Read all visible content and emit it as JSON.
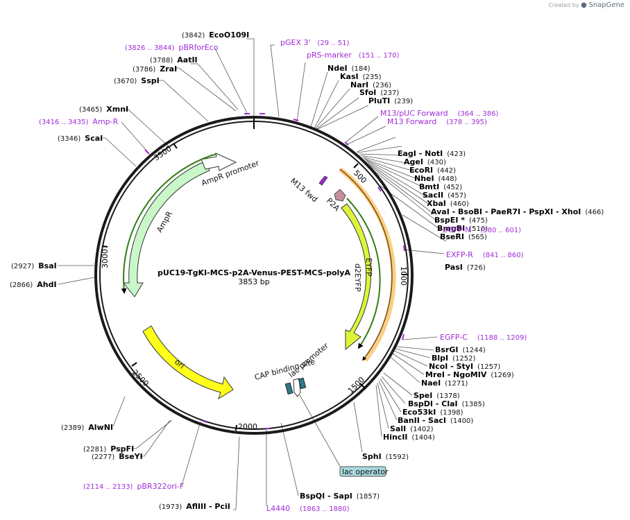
{
  "credit": {
    "text": "Created by",
    "brand": "SnapGene"
  },
  "center": {
    "name": "pUC19-TgKI-MCS-p2A-Venus-PEST-MCS-polyA",
    "length": "3853 bp"
  },
  "ticks": [
    "500",
    "1000",
    "1500",
    "2000",
    "2500",
    "3000",
    "3500"
  ],
  "features": [
    "AmpR promoter",
    "AmpR",
    "ori",
    "CAP binding site",
    "lac promoter",
    "lac operator",
    "M13 fwd",
    "P2A",
    "EYFP",
    "d2EYFP"
  ],
  "left_sites": [
    {
      "name": "EcoO109I",
      "pos": "(3842)"
    },
    {
      "name": "AatII",
      "pos": "(3788)"
    },
    {
      "name": "ZraI",
      "pos": "(3786)"
    },
    {
      "name": "SspI",
      "pos": "(3670)"
    },
    {
      "name": "XmnI",
      "pos": "(3465)"
    },
    {
      "name": "ScaI",
      "pos": "(3346)"
    },
    {
      "name": "BsaI",
      "pos": "(2927)"
    },
    {
      "name": "AhdI",
      "pos": "(2866)"
    },
    {
      "name": "AlwNI",
      "pos": "(2389)"
    },
    {
      "name": "PspFI",
      "pos": "(2281)"
    },
    {
      "name": "BseYI",
      "pos": "(2277)"
    },
    {
      "name": "AflIII - PciI",
      "pos": "(1973)"
    }
  ],
  "left_primers": [
    {
      "name": "pBRforEco",
      "pos": "(3826 .. 3844)"
    },
    {
      "name": "Amp-R",
      "pos": "(3416 .. 3435)"
    },
    {
      "name": "pBR322ori-F",
      "pos": "(2114 .. 2133)"
    }
  ],
  "top_primers": [
    {
      "name": "pGEX 3'",
      "pos": "(29 .. 51)"
    },
    {
      "name": "pRS-marker",
      "pos": "(151 .. 170)"
    }
  ],
  "right_sites": [
    {
      "name": "NdeI",
      "pos": "(184)"
    },
    {
      "name": "KasI",
      "pos": "(235)"
    },
    {
      "name": "NarI",
      "pos": "(236)"
    },
    {
      "name": "SfoI",
      "pos": "(237)"
    },
    {
      "name": "PluTI",
      "pos": "(239)"
    },
    {
      "name": "EagI - NotI",
      "pos": "(423)"
    },
    {
      "name": "AgeI",
      "pos": "(430)"
    },
    {
      "name": "EcoRI",
      "pos": "(442)"
    },
    {
      "name": "NheI",
      "pos": "(448)"
    },
    {
      "name": "BmtI",
      "pos": "(452)"
    },
    {
      "name": "SacII",
      "pos": "(457)"
    },
    {
      "name": "XbaI",
      "pos": "(460)"
    },
    {
      "name": "AvaI - BsoBI - PaeR7I - PspXI - XhoI",
      "pos": "(466)"
    },
    {
      "name": "BspEI *",
      "pos": "(475)"
    },
    {
      "name": "BmgBI",
      "pos": "(516)"
    },
    {
      "name": "BseRI",
      "pos": "(565)"
    },
    {
      "name": "PasI",
      "pos": "(726)"
    },
    {
      "name": "BsrGI",
      "pos": "(1244)"
    },
    {
      "name": "BlpI",
      "pos": "(1252)"
    },
    {
      "name": "NcoI - StyI",
      "pos": "(1257)"
    },
    {
      "name": "MreI - NgoMIV",
      "pos": "(1269)"
    },
    {
      "name": "NaeI",
      "pos": "(1271)"
    },
    {
      "name": "SpeI",
      "pos": "(1378)"
    },
    {
      "name": "BspDI - ClaI",
      "pos": "(1385)"
    },
    {
      "name": "Eco53kI",
      "pos": "(1398)"
    },
    {
      "name": "BanII - SacI",
      "pos": "(1400)"
    },
    {
      "name": "SalI",
      "pos": "(1402)"
    },
    {
      "name": "HincII",
      "pos": "(1404)"
    },
    {
      "name": "SphI",
      "pos": "(1592)"
    },
    {
      "name": "BspQI - SapI",
      "pos": "(1857)"
    }
  ],
  "right_primers": [
    {
      "name": "M13/pUC Forward",
      "pos": "(364 .. 386)"
    },
    {
      "name": "M13 Forward",
      "pos": "(378 .. 395)"
    },
    {
      "name": "EGFP-N",
      "pos": "(580 .. 601)"
    },
    {
      "name": "EXFP-R",
      "pos": "(841 .. 860)"
    },
    {
      "name": "EGFP-C",
      "pos": "(1188 .. 1209)"
    },
    {
      "name": "L4440",
      "pos": "(1863 .. 1880)"
    }
  ],
  "colors": {
    "ampr": "#c9f7c9",
    "ori": "#ffff1a",
    "eyfp": "#dcf53a",
    "orange": "#f5a623",
    "green_line": "#2e7d12",
    "primer": "#a12ad9",
    "p2a": "#c490a0",
    "lac": "#2e7a8c"
  }
}
